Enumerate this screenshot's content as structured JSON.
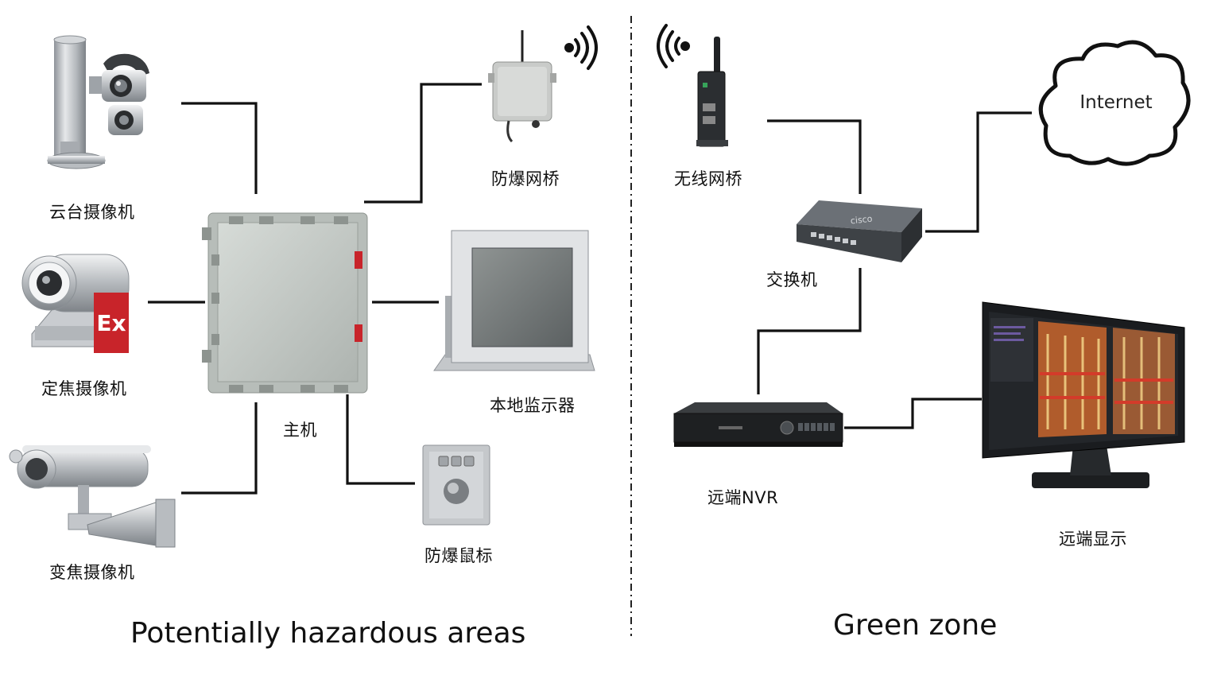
{
  "zones": {
    "hazardous": "Potentially hazardous areas",
    "green": "Green zone"
  },
  "labels": {
    "ptz_camera": "云台摄像机",
    "fixed_camera": "定焦摄像机",
    "zoom_camera": "变焦摄像机",
    "host": "主机",
    "ex_bridge": "防爆网桥",
    "local_monitor": "本地监示器",
    "ex_mouse": "防爆鼠标",
    "wireless_bridge": "无线网桥",
    "switch": "交换机",
    "remote_nvr": "远端NVR",
    "remote_display": "远端显示",
    "internet": "Internet",
    "ex_mark": "Ex",
    "switch_brand": "cisco"
  },
  "colors": {
    "line": "#111111",
    "steel": "#b9bdc1",
    "box_grey": "#c5cbc6",
    "ex_red": "#c8242a",
    "screen_dark": "#1b1e22",
    "device_black": "#222426"
  }
}
